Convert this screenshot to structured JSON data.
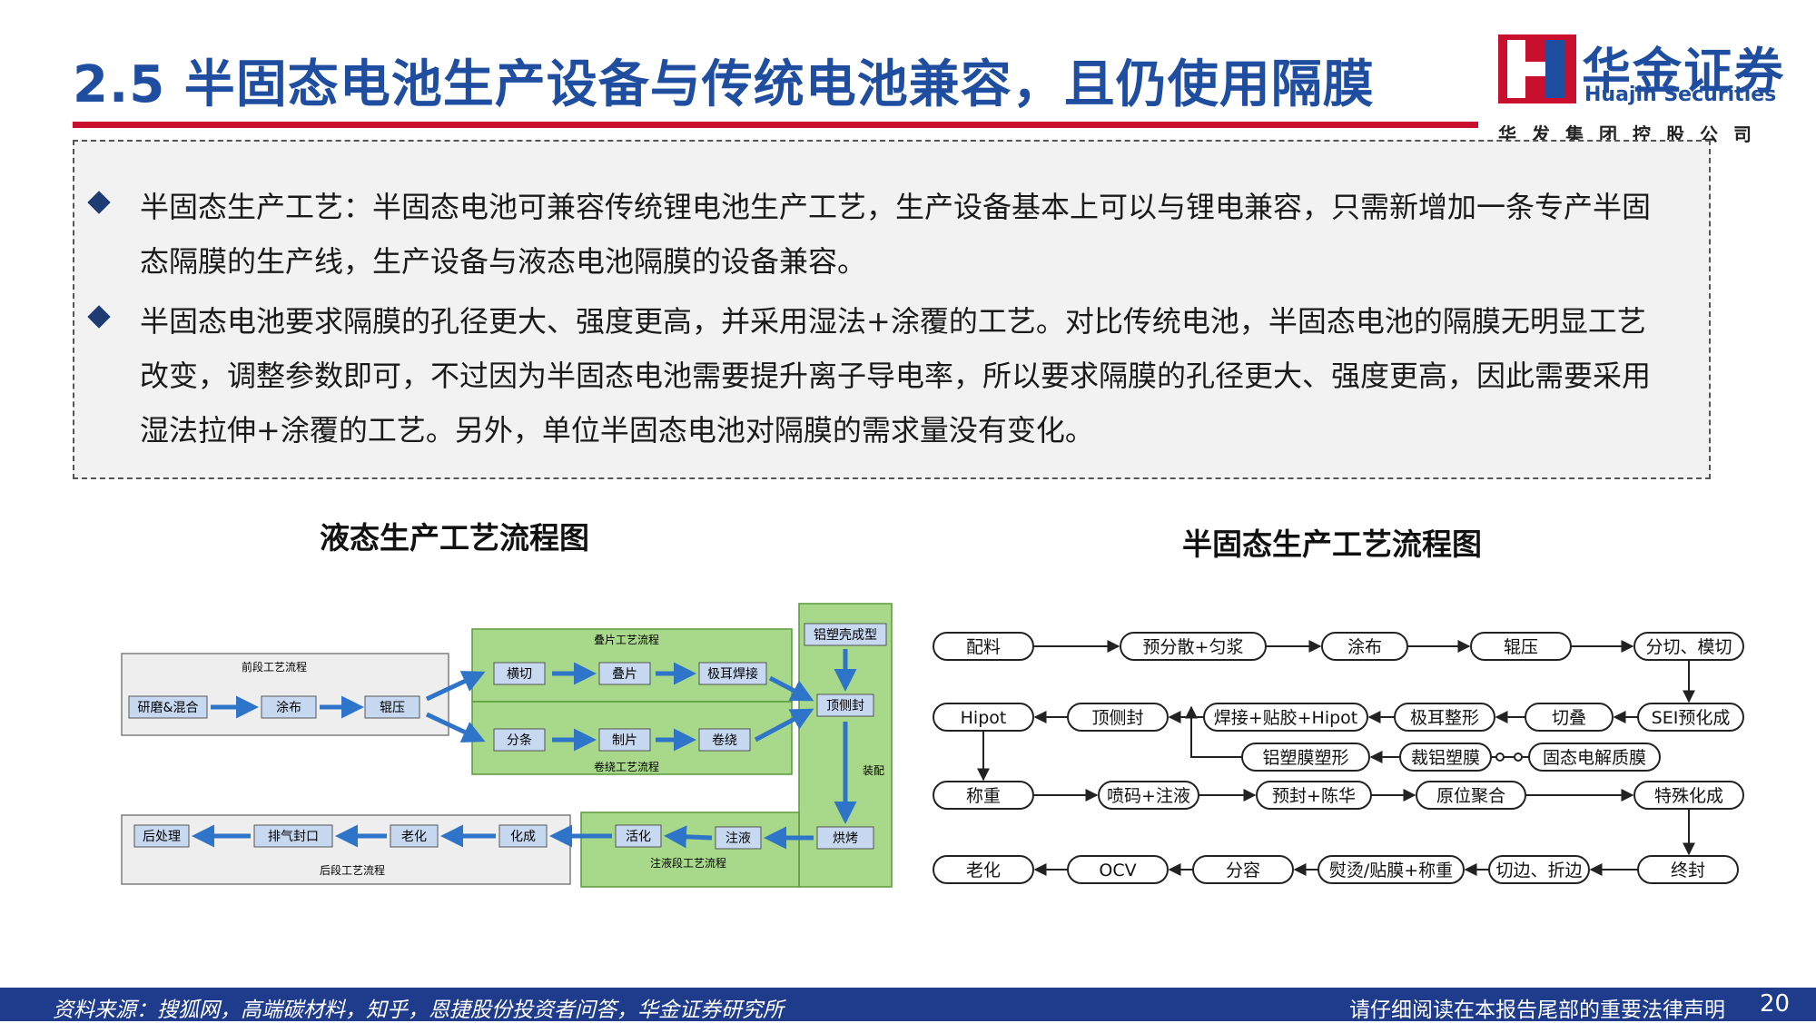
{
  "header": {
    "title": "2.5  半固态电池生产设备与传统电池兼容，且仍使用隔膜",
    "logo_cn": "华金证券",
    "logo_en": "Huajin Securities",
    "logo_sub": "华发集团控股公司",
    "colors": {
      "brand_blue": "#1f4ea1",
      "brand_red": "#c8102e"
    }
  },
  "bullets": [
    {
      "icon": "diamond-bullet-icon",
      "text": "半固态生产工艺：半固态电池可兼容传统锂电池生产工艺，生产设备基本上可以与锂电兼容，只需新增加一条专产半固态隔膜的生产线，生产设备与液态电池隔膜的设备兼容。"
    },
    {
      "icon": "diamond-bullet-icon",
      "text": "半固态电池要求隔膜的孔径更大、强度更高，并采用湿法+涂覆的工艺。对比传统电池，半固态电池的隔膜无明显工艺改变，调整参数即可，不过因为半固态电池需要提升离子导电率，所以要求隔膜的孔径更大、强度更高，因此需要采用湿法拉伸+涂覆的工艺。另外，单位半固态电池对隔膜的需求量没有变化。"
    }
  ],
  "liquid_diagram": {
    "caption": "液态生产工艺流程图",
    "front": {
      "label": "前段工艺流程",
      "steps": [
        "研磨&混合",
        "涂布",
        "辊压"
      ]
    },
    "stack": {
      "label": "叠片工艺流程",
      "steps": [
        "横切",
        "叠片",
        "极耳焊接"
      ]
    },
    "wind": {
      "label": "卷绕工艺流程",
      "steps": [
        "分条",
        "制片",
        "卷绕"
      ]
    },
    "assembly": {
      "label": "装配",
      "steps": [
        "铝塑壳成型",
        "顶侧封",
        "烘烤"
      ]
    },
    "inject": {
      "label": "注液段工艺流程",
      "steps": [
        "注液",
        "活化"
      ]
    },
    "back": {
      "label": "后段工艺流程",
      "steps": [
        "化成",
        "老化",
        "排气封口",
        "后处理"
      ]
    }
  },
  "semi_diagram": {
    "caption": "半固态生产工艺流程图",
    "row1": [
      "配料",
      "预分散+匀浆",
      "涂布",
      "辊压",
      "分切、模切"
    ],
    "row2": [
      "Hipot",
      "顶侧封",
      "焊接+贴胶+Hipot",
      "极耳整形",
      "切叠",
      "SEI预化成"
    ],
    "row3": [
      "铝塑膜塑形",
      "裁铝塑膜",
      "固态电解质膜"
    ],
    "row4": [
      "称重",
      "喷码+注液",
      "预封+陈华",
      "原位聚合",
      "特殊化成"
    ],
    "row5": [
      "老化",
      "OCV",
      "分容",
      "熨烫/贴膜+称重",
      "切边、折边",
      "终封"
    ]
  },
  "footer": {
    "source": "资料来源：搜狐网，高端碳材料，知乎，恩捷股份投资者问答，华金证券研究所",
    "disclaimer": "请仔细阅读在本报告尾部的重要法律声明",
    "page": "20"
  }
}
